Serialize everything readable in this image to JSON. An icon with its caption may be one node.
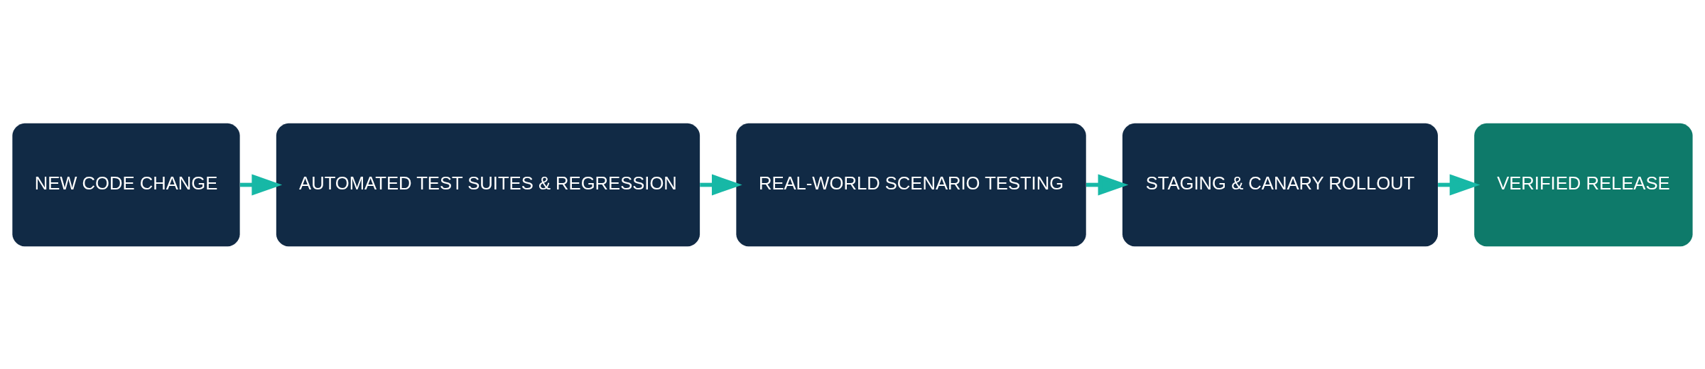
{
  "diagram": {
    "nodes": [
      {
        "text": [
          "NEW CODE CHANGE"
        ]
      },
      {
        "text": [
          "AUTOMATED TEST SUITES & REGRESSION"
        ]
      },
      {
        "text": [
          "REAL-WORLD SCENARIO TESTING"
        ]
      },
      {
        "text": [
          "STAGING & CANARY ROLLOUT"
        ]
      },
      {
        "text": [
          "VERIFIED RELEASE"
        ]
      }
    ],
    "edges": [
      {
        "from": 0,
        "to": 1,
        "arrow": "to"
      },
      {
        "from": 1,
        "to": 2,
        "arrow": "to"
      },
      {
        "from": 2,
        "to": 3,
        "arrow": "to"
      },
      {
        "from": 3,
        "to": 4,
        "arrow": "to"
      }
    ]
  }
}
